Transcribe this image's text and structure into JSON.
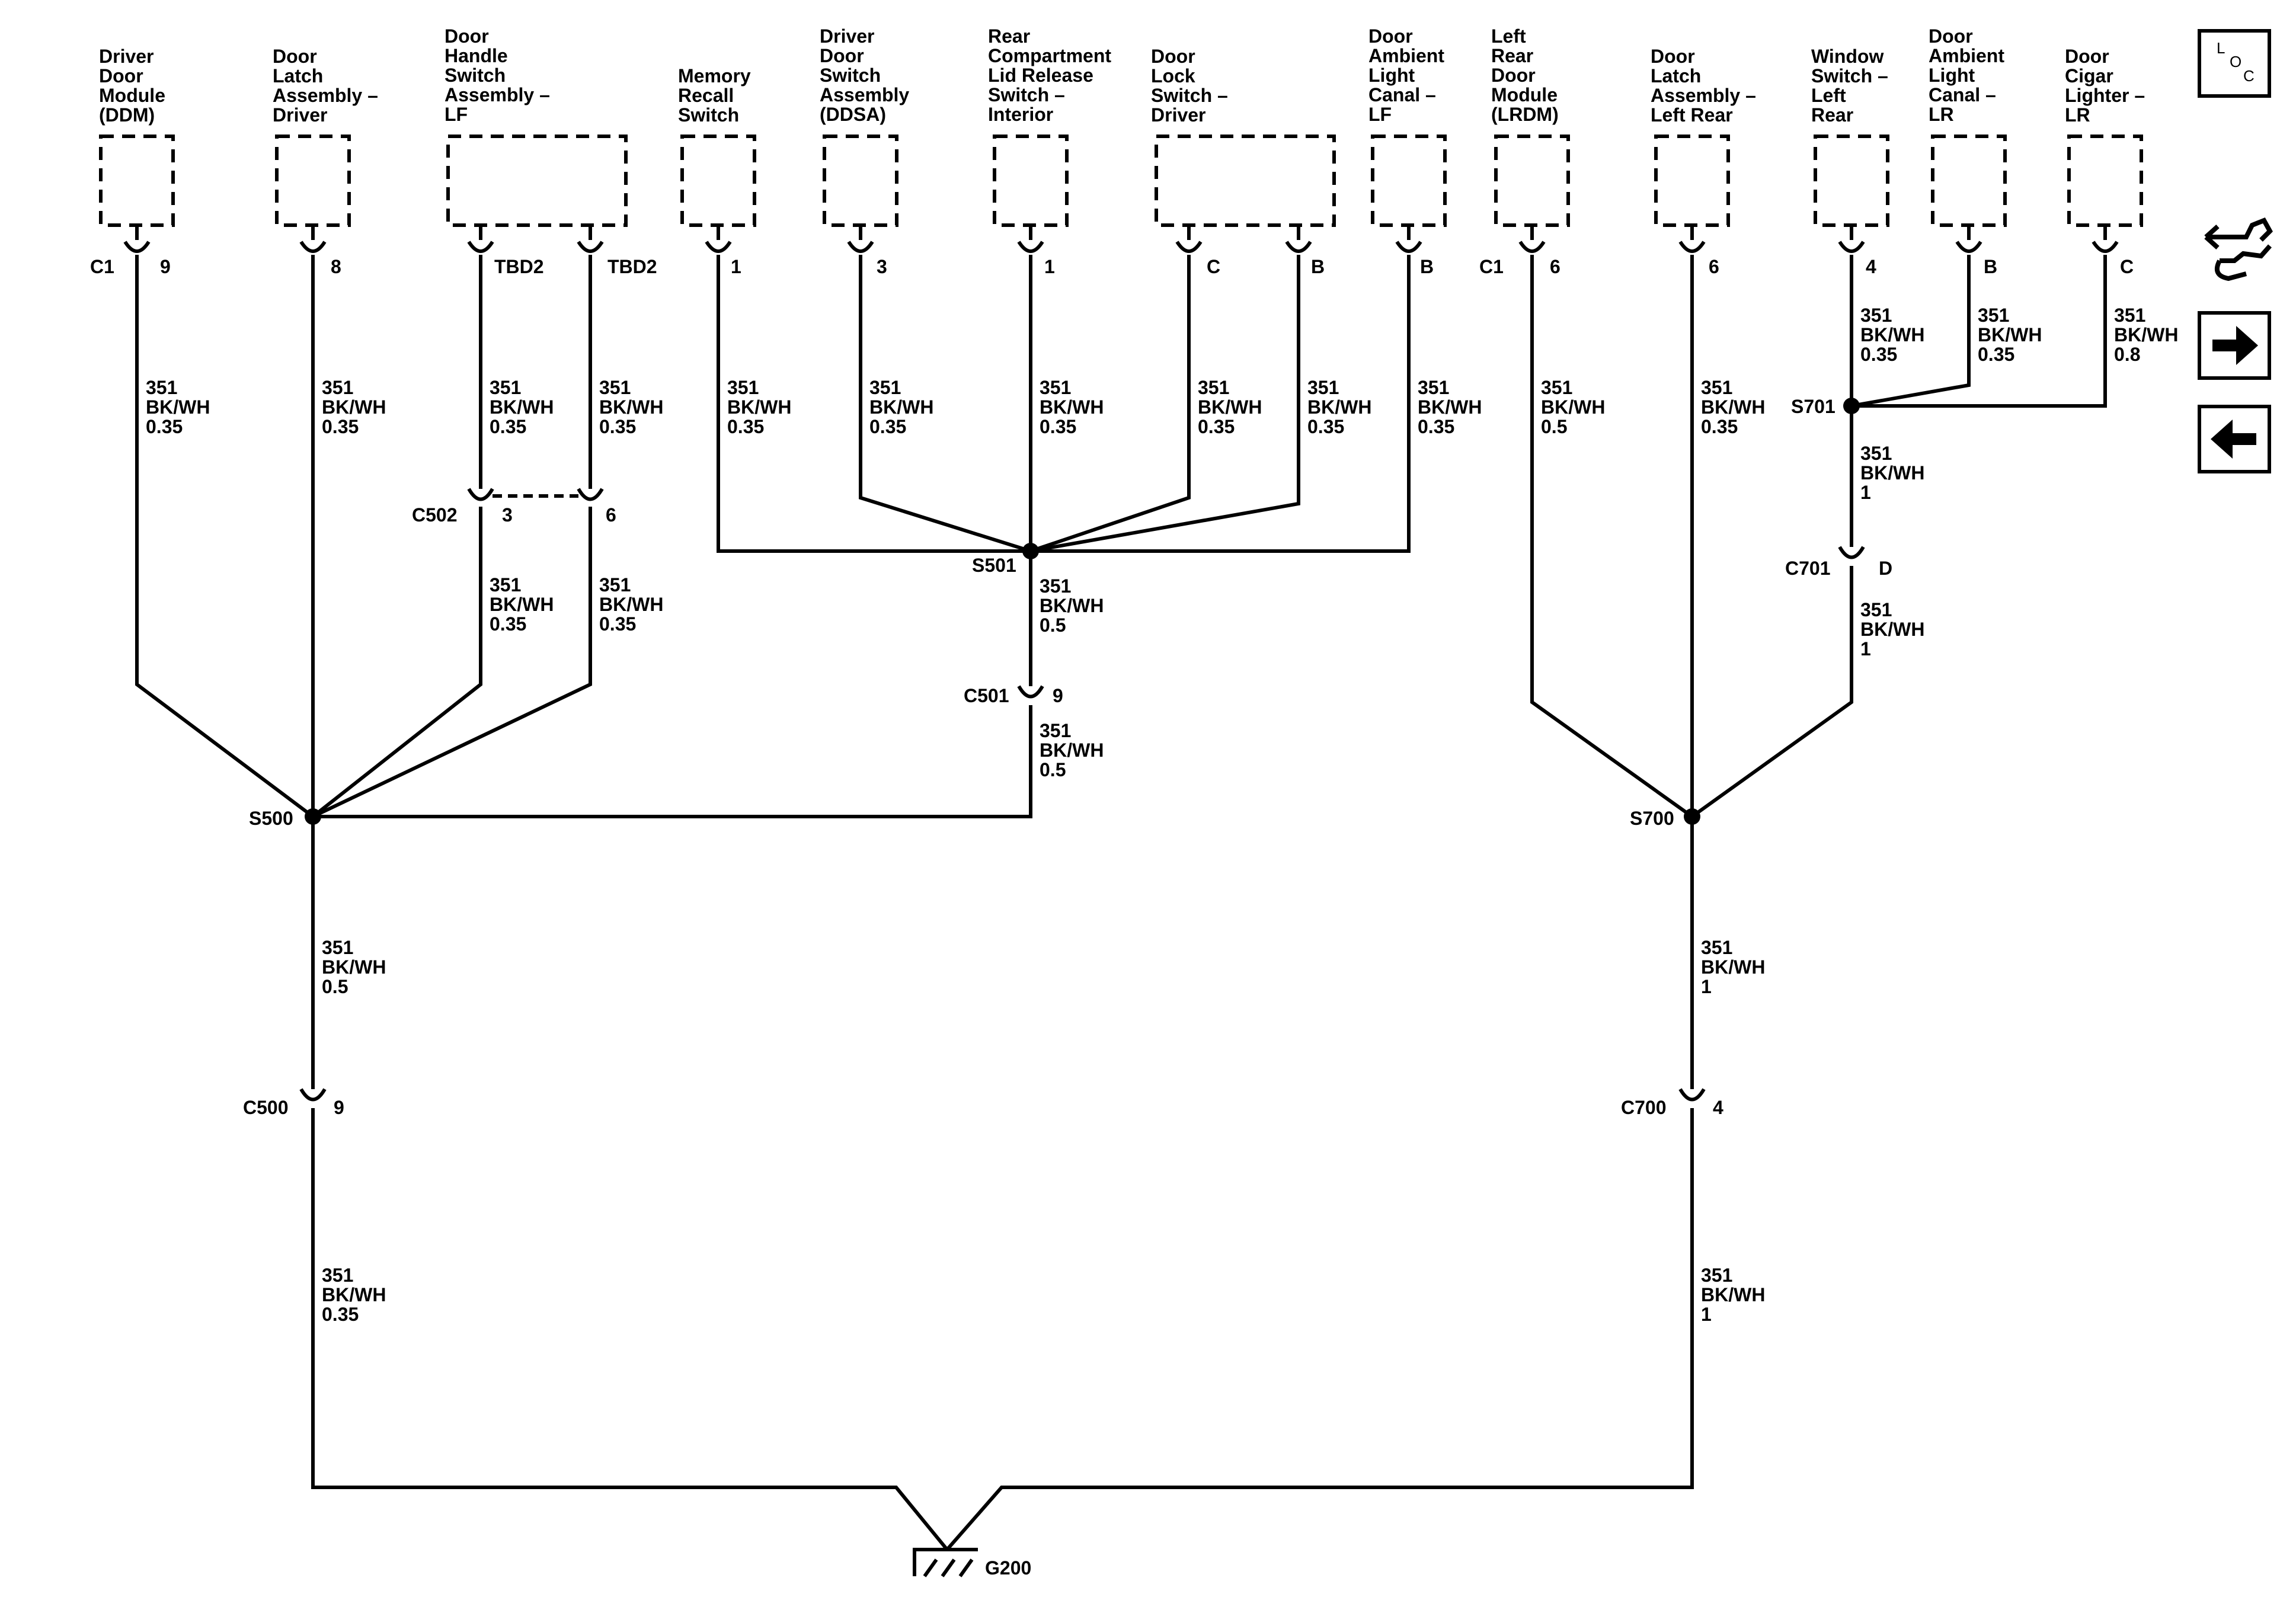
{
  "components": {
    "ddm": [
      "Driver",
      "Door",
      "Module",
      "(DDM)"
    ],
    "latch_driver": [
      "Door",
      "Latch",
      "Assembly –",
      "Driver"
    ],
    "handle_lf": [
      "Door",
      "Handle",
      "Switch",
      "Assembly –",
      "LF"
    ],
    "memory": [
      "Memory",
      "Recall",
      "Switch"
    ],
    "ddsa": [
      "Driver",
      "Door",
      "Switch",
      "Assembly",
      "(DDSA)"
    ],
    "rear_lid": [
      "Rear",
      "Compartment",
      "Lid Release",
      "Switch –",
      "Interior"
    ],
    "lock_driver": [
      "Door",
      "Lock",
      "Switch –",
      "Driver"
    ],
    "ambient_lf": [
      "Door",
      "Ambient",
      "Light",
      "Canal –",
      "LF"
    ],
    "lrdm": [
      "Left",
      "Rear",
      "Door",
      "Module",
      "(LRDM)"
    ],
    "latch_lr": [
      "Door",
      "Latch",
      "Assembly –",
      "Left Rear"
    ],
    "window_lr": [
      "Window",
      "Switch –",
      "Left",
      "Rear"
    ],
    "ambient_lr": [
      "Door",
      "Ambient",
      "Light",
      "Canal –",
      "LR"
    ],
    "cigar_lr": [
      "Door",
      "Cigar",
      "Lighter –",
      "LR"
    ]
  },
  "pins": {
    "ddm_conn": "C1",
    "ddm_pin": "9",
    "latch_driver_pin": "8",
    "handle_lf_pin1": "TBD2",
    "handle_lf_pin2": "TBD2",
    "memory_pin": "1",
    "ddsa_pin": "3",
    "rear_lid_pin": "1",
    "lock_driver_pin1": "C",
    "lock_driver_pin2": "B",
    "ambient_lf_pin": "B",
    "lrdm_conn": "C1",
    "lrdm_pin": "6",
    "latch_lr_pin": "6",
    "window_lr_pin": "4",
    "ambient_lr_pin": "B",
    "cigar_lr_pin": "C"
  },
  "wires": {
    "w_ddm": [
      "351",
      "BK/WH",
      "0.35"
    ],
    "w_latch_driver": [
      "351",
      "BK/WH",
      "0.35"
    ],
    "w_handle1": [
      "351",
      "BK/WH",
      "0.35"
    ],
    "w_handle2": [
      "351",
      "BK/WH",
      "0.35"
    ],
    "w_memory": [
      "351",
      "BK/WH",
      "0.35"
    ],
    "w_ddsa": [
      "351",
      "BK/WH",
      "0.35"
    ],
    "w_rear_lid": [
      "351",
      "BK/WH",
      "0.35"
    ],
    "w_lock1": [
      "351",
      "BK/WH",
      "0.35"
    ],
    "w_lock2": [
      "351",
      "BK/WH",
      "0.35"
    ],
    "w_ambient_lf": [
      "351",
      "BK/WH",
      "0.35"
    ],
    "w_lrdm": [
      "351",
      "BK/WH",
      "0.5"
    ],
    "w_latch_lr": [
      "351",
      "BK/WH",
      "0.35"
    ],
    "w_window_lr": [
      "351",
      "BK/WH",
      "0.35"
    ],
    "w_ambient_lr": [
      "351",
      "BK/WH",
      "0.35"
    ],
    "w_cigar_lr": [
      "351",
      "BK/WH",
      "0.8"
    ],
    "w_c502_3": [
      "351",
      "BK/WH",
      "0.35"
    ],
    "w_c502_6": [
      "351",
      "BK/WH",
      "0.35"
    ],
    "w_s501_out": [
      "351",
      "BK/WH",
      "0.5"
    ],
    "w_c501_out": [
      "351",
      "BK/WH",
      "0.5"
    ],
    "w_s701_out": [
      "351",
      "BK/WH",
      "1"
    ],
    "w_c701_out": [
      "351",
      "BK/WH",
      "1"
    ],
    "w_s500_out": [
      "351",
      "BK/WH",
      "0.5"
    ],
    "w_c500_out": [
      "351",
      "BK/WH",
      "0.35"
    ],
    "w_s700_out": [
      "351",
      "BK/WH",
      "1"
    ],
    "w_c700_out": [
      "351",
      "BK/WH",
      "1"
    ]
  },
  "connectors": {
    "c502": "C502",
    "c502_pin_a": "3",
    "c502_pin_b": "6",
    "c501": "C501",
    "c501_pin": "9",
    "c701": "C701",
    "c701_pin": "D",
    "c500": "C500",
    "c500_pin": "9",
    "c700": "C700",
    "c700_pin": "4"
  },
  "splices": {
    "s500": "S500",
    "s501": "S501",
    "s700": "S700",
    "s701": "S701"
  },
  "ground": "G200",
  "nav": {
    "loc_l": "L",
    "loc_o": "O",
    "loc_c": "C",
    "icons": [
      "loc-icon",
      "connector-icon",
      "arrow-right-icon",
      "arrow-left-icon"
    ]
  }
}
